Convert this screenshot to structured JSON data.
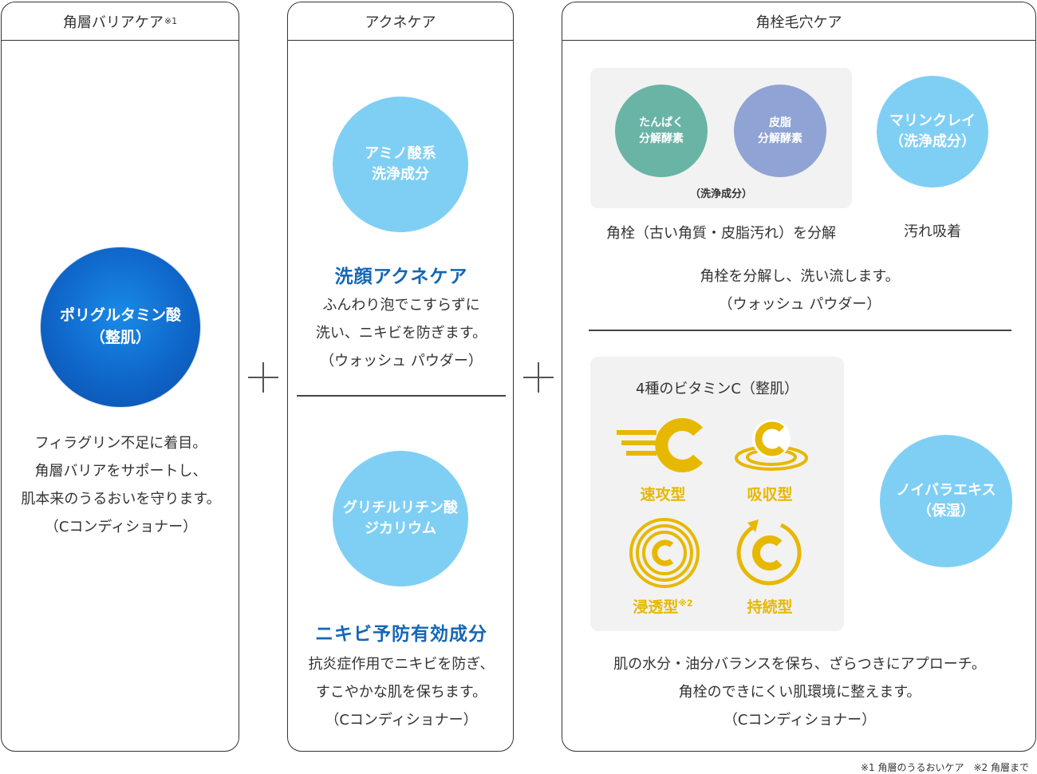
{
  "panels": {
    "barrier": {
      "title": "角層バリアケア",
      "title_note": "※1"
    },
    "acne": {
      "title": "アクネケア"
    },
    "pore": {
      "title": "角栓毛穴ケア"
    }
  },
  "barrier": {
    "circle_line1": "ポリグルタミン酸",
    "circle_line2": "（整肌）",
    "desc": [
      "フィラグリン不足に着目。",
      "角層バリアをサポートし、",
      "肌本来のうるおいを守ります。",
      "（Cコンディショナー）"
    ]
  },
  "acne": {
    "circle1_line1": "アミノ酸系",
    "circle1_line2": "洗浄成分",
    "heading1": "洗顔アクネケア",
    "desc1": [
      "ふんわり泡でこすらずに",
      "洗い、ニキビを防ぎます。",
      "（ウォッシュ パウダー）"
    ],
    "circle2_line1": "グリチルリチン酸",
    "circle2_line2": "ジカリウム",
    "heading2": "ニキビ予防有効成分",
    "desc2": [
      "抗炎症作用でニキビを防ぎ、",
      "すこやかな肌を保ちます。",
      "（Cコンディショナー）"
    ]
  },
  "pore": {
    "enzyme1_line1": "たんぱく",
    "enzyme1_line2": "分解酵素",
    "enzyme2_line1": "皮脂",
    "enzyme2_line2": "分解酵素",
    "enzyme_caption": "（洗浄成分）",
    "enzyme_desc": "角栓（古い角質・皮脂汚れ）を分解",
    "clay_line1": "マリンクレイ",
    "clay_line2": "（洗浄成分）",
    "clay_desc": "汚れ吸着",
    "summary": [
      "角栓を分解し、洗い流します。",
      "（ウォッシュ パウダー）"
    ],
    "vitamin_title": "4種のビタミンC（整肌）",
    "vitamins": [
      {
        "label": "速攻型",
        "note": ""
      },
      {
        "label": "吸収型",
        "note": ""
      },
      {
        "label": "浸透型",
        "note": "※2"
      },
      {
        "label": "持続型",
        "note": ""
      }
    ],
    "noibara_line1": "ノイバラエキス",
    "noibara_line2": "（保湿）",
    "bottom_desc": [
      "肌の水分・油分バランスを保ち、ざらつきにアプローチ。",
      "角栓のできにくい肌環境に整えます。",
      "（Cコンディショナー）"
    ]
  },
  "footnote": "※1 角層のうるおいケア　※2 角層まで",
  "colors": {
    "vitamin_yellow": "#e7b800",
    "heading_blue": "#1467b4",
    "light_blue": "#7fcff5"
  }
}
